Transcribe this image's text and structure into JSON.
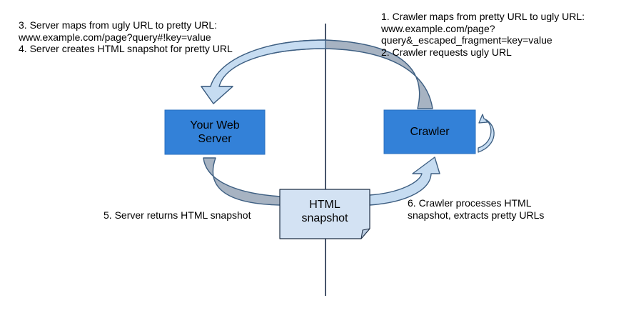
{
  "nodes": {
    "server": {
      "lines": [
        "Your Web",
        "Server"
      ]
    },
    "crawler": {
      "label": "Crawler"
    },
    "snapshot": {
      "lines": [
        "HTML",
        "snapshot"
      ]
    }
  },
  "notes": {
    "server_steps": [
      "3. Server maps from ugly URL to pretty URL:",
      "www.example.com/page?query#!key=value",
      "4. Server creates HTML snapshot for pretty URL"
    ],
    "crawler_steps": [
      "1. Crawler maps from pretty URL to ugly URL:",
      "www.example.com/page?",
      "query&_escaped_fragment=key=value",
      "2. Crawler requests ugly URL"
    ],
    "server_returns": "5. Server returns HTML snapshot",
    "crawler_processes": [
      "6. Crawler processes HTML",
      "snapshot, extracts pretty URLs"
    ]
  },
  "colors": {
    "box_fill": "#3381d8",
    "box_border": "#2a6fbf",
    "arrow_light": "#c6dcf1",
    "arrow_grey": "#a7b3c2",
    "arrow_stroke": "#3e5f82",
    "snapshot_fill": "#d3e2f3",
    "divider": "#1a2b46"
  }
}
